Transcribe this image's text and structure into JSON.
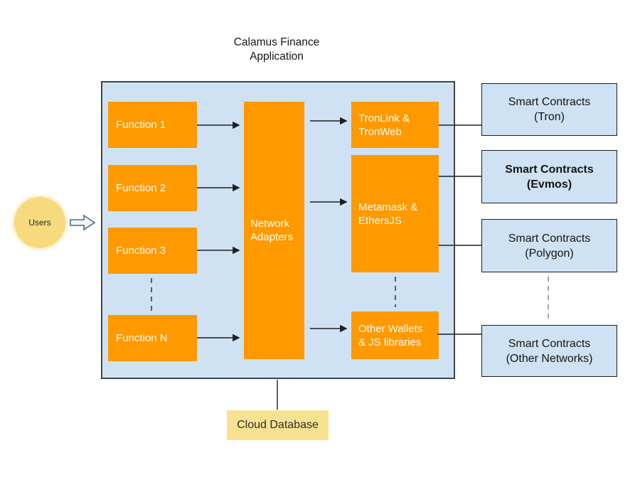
{
  "diagram": {
    "title": "Calamus Finance\nApplication",
    "users": {
      "label": "Users"
    },
    "app": {
      "functions": [
        {
          "label": "Function 1"
        },
        {
          "label": "Function 2"
        },
        {
          "label": "Function 3"
        },
        {
          "label": "Function N"
        }
      ],
      "adapter": {
        "label": "Network\nAdapters"
      },
      "wallets": [
        {
          "label": "TronLink &\nTronWeb"
        },
        {
          "label": "Metamask &\nEthersJS"
        },
        {
          "label": "Other Wallets\n& JS libraries"
        }
      ]
    },
    "contracts": [
      {
        "label": "Smart Contracts\n(Tron)",
        "bold": false
      },
      {
        "label": "Smart Contracts\n(Evmos)",
        "bold": true
      },
      {
        "label": "Smart Contracts\n(Polygon)",
        "bold": false
      },
      {
        "label": "Smart Contracts\n(Other Networks)",
        "bold": false
      }
    ],
    "database": {
      "label": "Cloud Database"
    },
    "colors": {
      "box_orange": "#ff9900",
      "panel_blue": "#cfe2f3",
      "contract_blue": "#cfe2f3",
      "users_yellow": "#f8da7e",
      "database_yellow": "#f8e291",
      "line_dark": "#1f1f1f",
      "dash_gray": "#8f8f8f"
    }
  }
}
